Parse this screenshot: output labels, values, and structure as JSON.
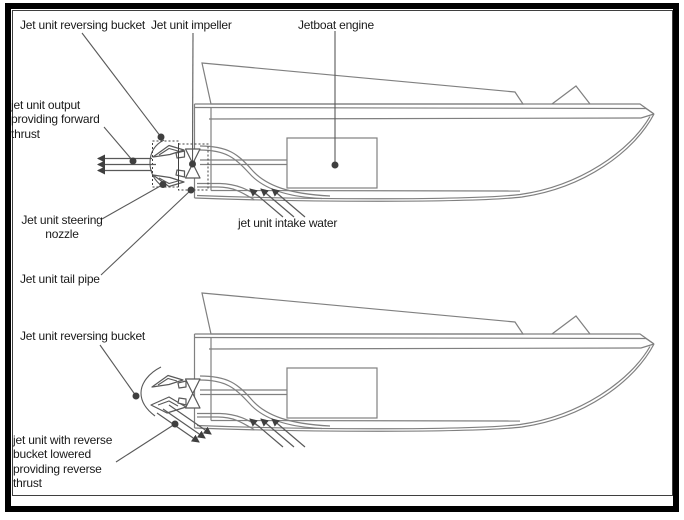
{
  "colors": {
    "border": "#000000",
    "line": "#808080",
    "mech": "#595959",
    "dot": "#3f3f3f",
    "text": "#1a1a1a"
  },
  "top_view": {
    "reversing_bucket_label": "Jet unit reversing bucket",
    "impeller_label": "Jet unit impeller",
    "engine_label": "Jetboat engine",
    "output_label": "jet unit output\nproviding forward\nthrust",
    "steering_nozzle_label": "Jet unit steering\nnozzle",
    "tail_pipe_label": "Jet unit tail pipe",
    "intake_label": "jet unit intake water"
  },
  "bottom_view": {
    "reversing_bucket_label": "Jet unit reversing bucket",
    "reverse_thrust_label": "jet unit with reverse\nbucket lowered\nproviding reverse\nthrust"
  }
}
